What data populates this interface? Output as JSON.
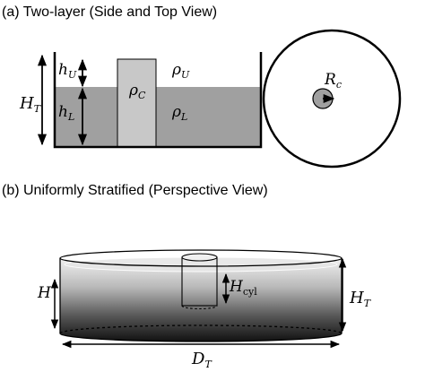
{
  "panel_a": {
    "caption": "(a) Two-layer (Side and Top View)",
    "side_view": {
      "total_height_label": "H",
      "total_height_sub": "T",
      "upper_depth_label": "h",
      "upper_depth_sub": "U",
      "lower_depth_label": "h",
      "lower_depth_sub": "L",
      "cylinder_density_label": "ρ",
      "cylinder_density_sub": "C",
      "upper_density_label": "ρ",
      "upper_density_sub": "U",
      "lower_density_label": "ρ",
      "lower_density_sub": "L"
    },
    "top_view": {
      "radius_label": "R",
      "radius_sub": "c"
    }
  },
  "panel_b": {
    "caption": "(b) Uniformly Stratified (Perspective View)",
    "depth_label": "H",
    "cylinder_height_label": "H",
    "cylinder_height_sub": "cyl",
    "total_height_label": "H",
    "total_height_sub": "T",
    "diameter_label": "D",
    "diameter_sub": "T"
  },
  "colors": {
    "lower_layer": "#a0a0a0",
    "cylinder": "#c8c8c8",
    "outline": "#000000",
    "background": "#ffffff"
  }
}
